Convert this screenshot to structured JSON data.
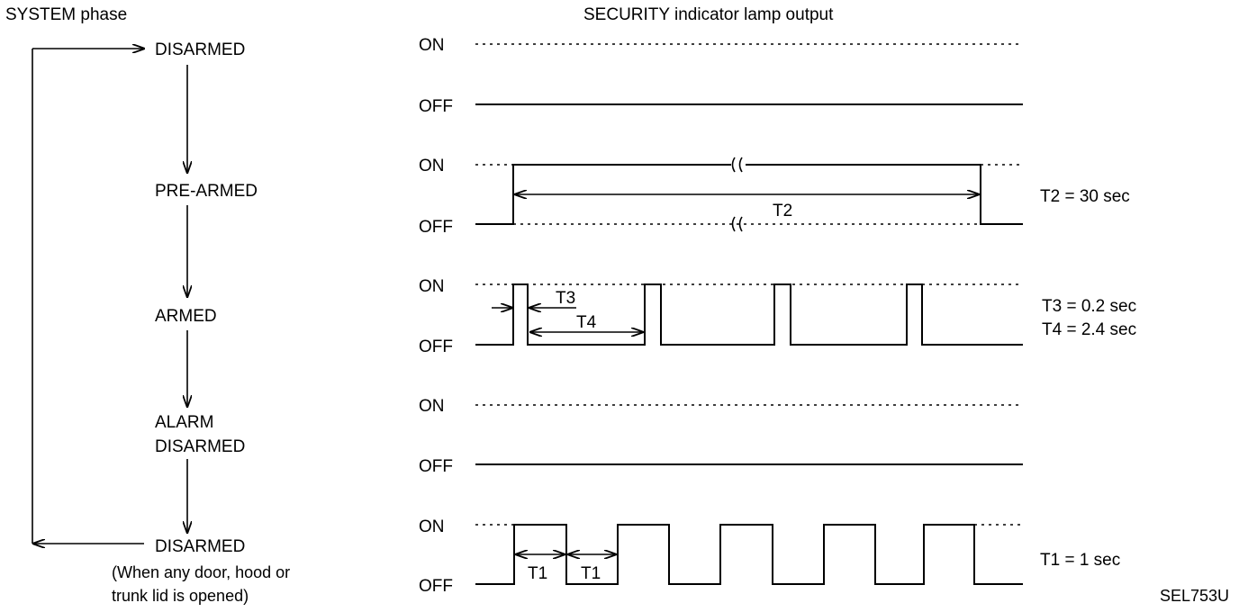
{
  "left_header": "SYSTEM phase",
  "right_header": "SECURITY indicator lamp output",
  "phases": {
    "disarmed_top": "DISARMED",
    "pre_armed": "PRE-ARMED",
    "armed": "ARMED",
    "alarm_disarmed_line1": "ALARM",
    "alarm_disarmed_line2": "DISARMED",
    "disarmed_bottom": "DISARMED",
    "note_line1": "(When any door, hood or",
    "note_line2": "trunk lid is opened)"
  },
  "levels": {
    "on": "ON",
    "off": "OFF"
  },
  "timing_labels": {
    "t1": "T1",
    "t2": "T2",
    "t3": "T3",
    "t4": "T4"
  },
  "timing_values": {
    "t2": "T2 = 30 sec",
    "t3": "T3 = 0.2 sec",
    "t4": "T4 = 2.4 sec",
    "t1": "T1 = 1 sec"
  },
  "figure_code": "SEL753U"
}
